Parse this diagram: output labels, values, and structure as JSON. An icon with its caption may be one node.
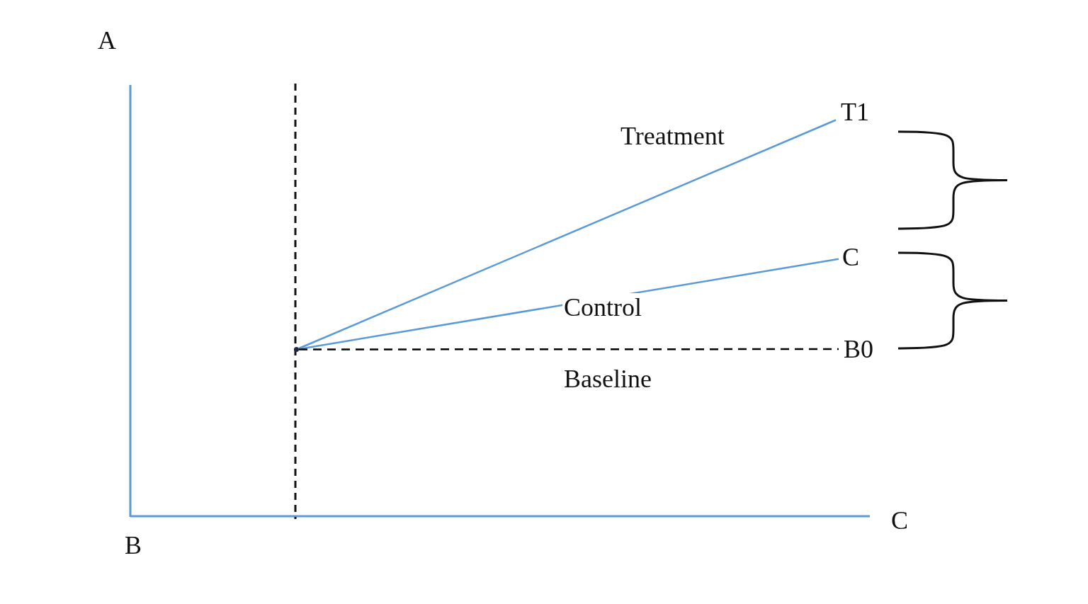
{
  "diagram": {
    "nodes": [
      {
        "text": [],
        "shape": "point"
      },
      {
        "text": [
          "T1"
        ]
      },
      {
        "text": [
          "C"
        ]
      },
      {
        "text": [
          "B0"
        ]
      }
    ],
    "edges": [
      {
        "from": 0,
        "to": 1,
        "arrow": "none",
        "label": "Treatment"
      },
      {
        "from": 0,
        "to": 2,
        "arrow": "none",
        "label": "Control"
      },
      {
        "from": 0,
        "to": 3,
        "arrow": "none",
        "label": "Baseline",
        "style": "dashed",
        "color": "#000000"
      }
    ],
    "labels": [
      "A",
      "B",
      "C"
    ]
  }
}
